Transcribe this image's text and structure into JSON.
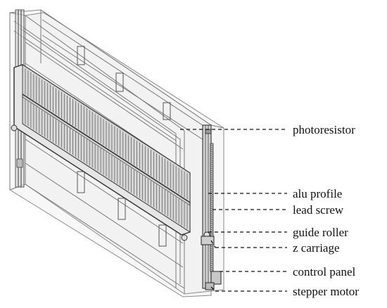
{
  "labels": {
    "photoresistor": "photoresistor",
    "alu_profile": "alu profile",
    "lead_screw": "lead screw",
    "guide_roller": "guide roller",
    "z_carriage": "z carriage",
    "control_panel": "control panel",
    "stepper_motor": "stepper motor"
  },
  "colors": {
    "line": "#111111",
    "frame": "#7a7a7a",
    "panel_fill": "#cfcfcf",
    "background": "#ffffff"
  }
}
